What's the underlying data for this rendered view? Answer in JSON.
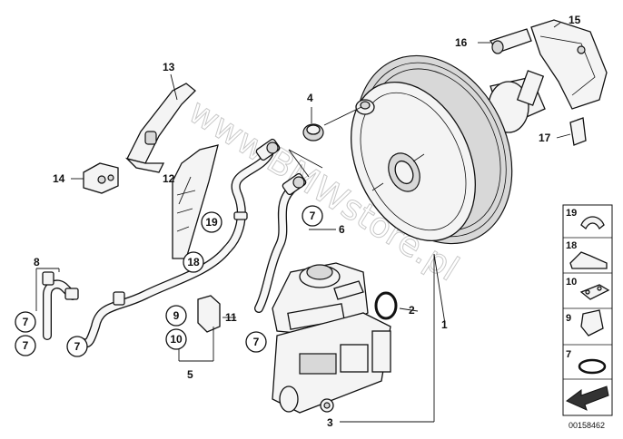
{
  "watermark": "www.BMWstore.pl",
  "diagram_id": "00158462",
  "callouts": {
    "c1": "1",
    "c2": "2",
    "c3": "3",
    "c4": "4",
    "c5": "5",
    "c6": "6",
    "c8": "8",
    "c11": "11",
    "c12": "12",
    "c13": "13",
    "c14": "14",
    "c15": "15",
    "c16": "16",
    "c17": "17"
  },
  "circled": {
    "c7a": "7",
    "c7b": "7",
    "c7c": "7",
    "c7d": "7",
    "c7e": "7",
    "c9": "9",
    "c10": "10",
    "c18": "18",
    "c19": "19"
  },
  "legend": [
    "19",
    "18",
    "10",
    "9",
    "7"
  ]
}
